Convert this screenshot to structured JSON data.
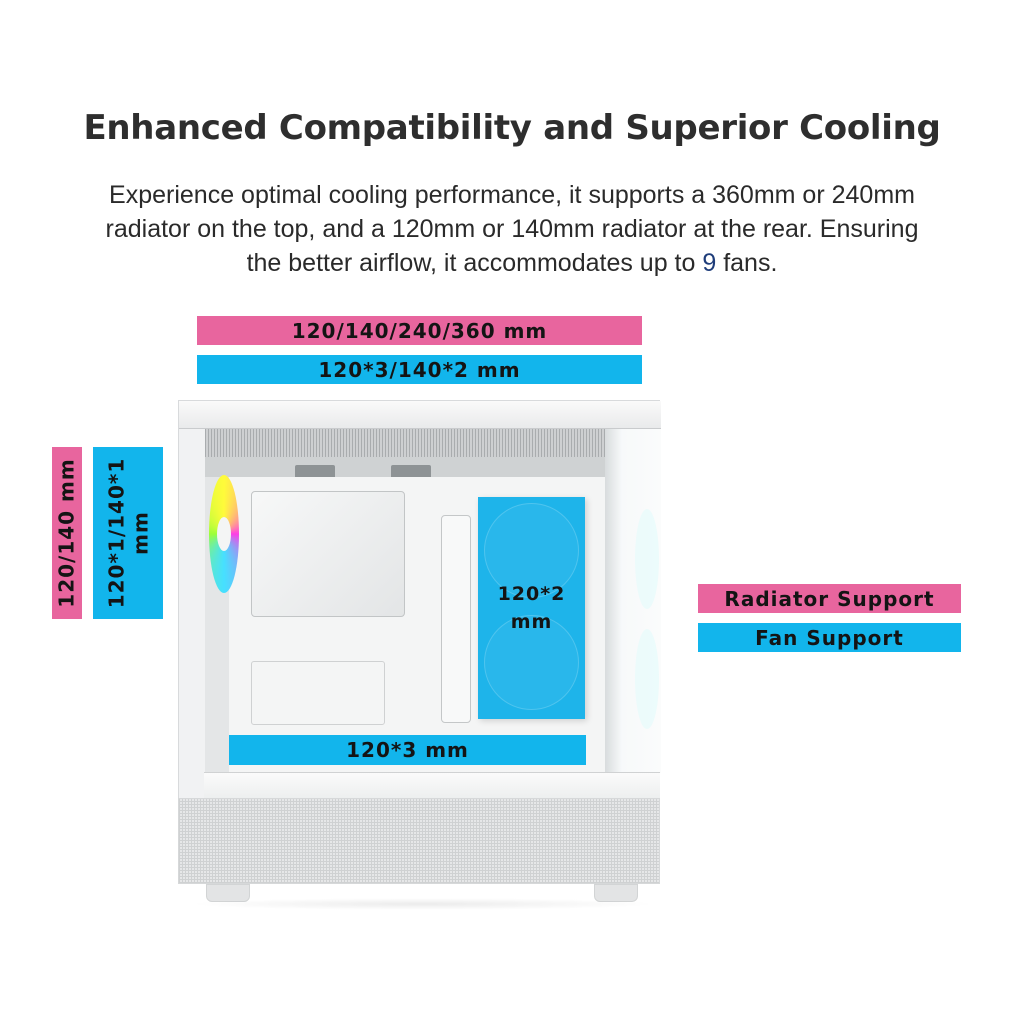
{
  "header": {
    "title": "Enhanced Compatibility and Superior Cooling",
    "description_line1": "Experience optimal cooling performance, it supports a 360mm or 240mm",
    "description_line2": "radiator on the top, and a 120mm or 140mm radiator at the rear. Ensuring",
    "description_line3_pre": "the better airflow, it accommodates up to ",
    "description_line3_highlight": "9",
    "description_line3_post": " fans."
  },
  "colors": {
    "radiator_pink": "#E8659E",
    "fan_blue": "#12B5EC",
    "highlight_navy": "#1f3d7a"
  },
  "labels": {
    "top_radiator": "120/140/240/360 mm",
    "top_fan": "120*3/140*2 mm",
    "rear_radiator": "120/140 mm",
    "rear_fan_line1": "120*1/140*1",
    "rear_fan_line2": "mm",
    "side_fan_line1": "120*2",
    "side_fan_line2": "mm",
    "bottom_fan": "120*3 mm"
  },
  "legend": {
    "items": [
      {
        "label": "Radiator Support",
        "color": "#E8659E"
      },
      {
        "label": "Fan Support",
        "color": "#12B5EC"
      }
    ]
  },
  "product": {
    "image": "white-pc-case-illustration"
  }
}
